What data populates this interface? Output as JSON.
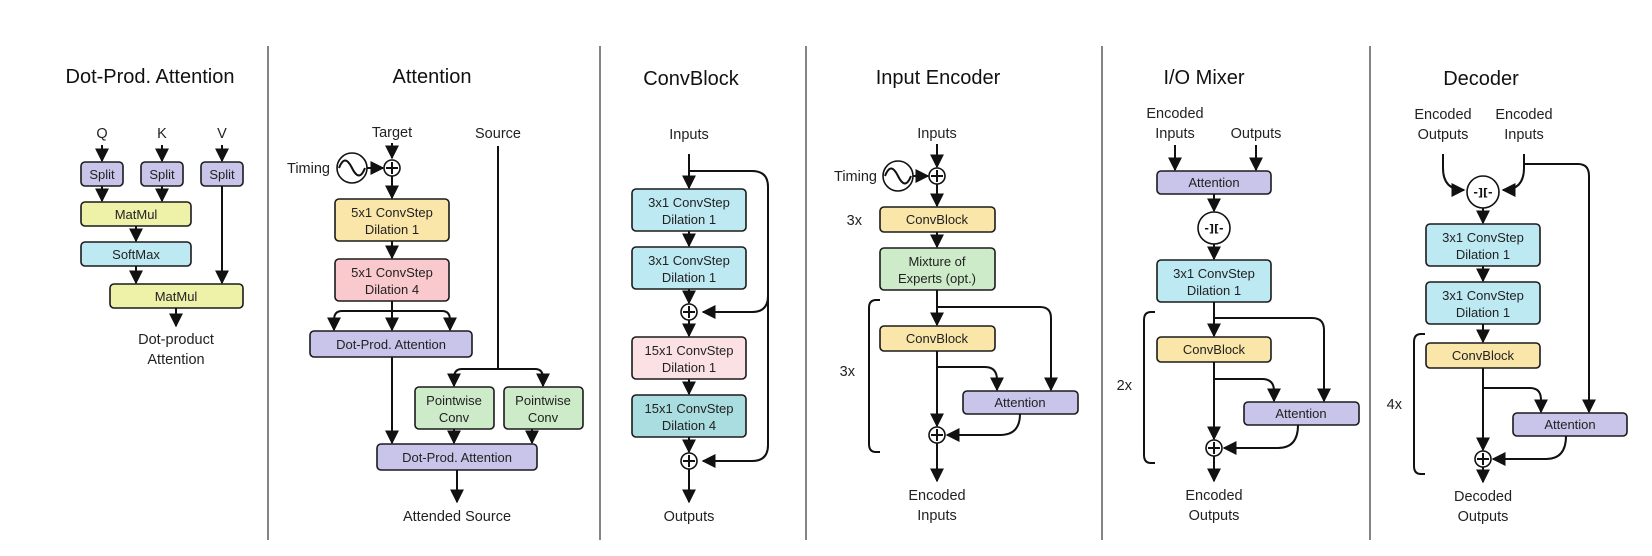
{
  "panels": {
    "dot_prod_attention": {
      "title": "Dot-Prod. Attention",
      "inputs": [
        "Q",
        "K",
        "V"
      ],
      "split": "Split",
      "matmul1": "MatMul",
      "softmax": "SoftMax",
      "matmul2": "MatMul",
      "output_line1": "Dot-product",
      "output_line2": "Attention"
    },
    "attention": {
      "title": "Attention",
      "target": "Target",
      "source": "Source",
      "timing": "Timing",
      "conv1_line1": "5x1 ConvStep",
      "conv1_line2": "Dilation 1",
      "conv2_line1": "5x1 ConvStep",
      "conv2_line2": "Dilation 4",
      "dpa1": "Dot-Prod. Attention",
      "pw1_line1": "Pointwise",
      "pw1_line2": "Conv",
      "pw2_line1": "Pointwise",
      "pw2_line2": "Conv",
      "dpa2": "Dot-Prod. Attention",
      "output": "Attended Source"
    },
    "convblock": {
      "title": "ConvBlock",
      "input": "Inputs",
      "c1_line1": "3x1 ConvStep",
      "c1_line2": "Dilation 1",
      "c2_line1": "3x1 ConvStep",
      "c2_line2": "Dilation 1",
      "c3_line1": "15x1 ConvStep",
      "c3_line2": "Dilation 1",
      "c4_line1": "15x1 ConvStep",
      "c4_line2": "Dilation 4",
      "output": "Outputs"
    },
    "input_encoder": {
      "title": "Input Encoder",
      "input": "Inputs",
      "timing": "Timing",
      "rep1": "3x",
      "convblock1": "ConvBlock",
      "moe_line1": "Mixture of",
      "moe_line2": "Experts (opt.)",
      "rep2": "3x",
      "convblock2": "ConvBlock",
      "attention": "Attention",
      "output_line1": "Encoded",
      "output_line2": "Inputs"
    },
    "io_mixer": {
      "title": "I/O Mixer",
      "in1_line1": "Encoded",
      "in1_line2": "Inputs",
      "in2": "Outputs",
      "attention1": "Attention",
      "concat_symbol": "-][-",
      "conv_line1": "3x1 ConvStep",
      "conv_line2": "Dilation 1",
      "rep": "2x",
      "convblock": "ConvBlock",
      "attention2": "Attention",
      "output_line1": "Encoded",
      "output_line2": "Outputs"
    },
    "decoder": {
      "title": "Decoder",
      "in1_line1": "Encoded",
      "in1_line2": "Outputs",
      "in2_line1": "Encoded",
      "in2_line2": "Inputs",
      "concat_symbol": "-][-",
      "c1_line1": "3x1 ConvStep",
      "c1_line2": "Dilation 1",
      "c2_line1": "3x1 ConvStep",
      "c2_line2": "Dilation 1",
      "rep": "4x",
      "convblock": "ConvBlock",
      "attention": "Attention",
      "output_line1": "Decoded",
      "output_line2": "Outputs"
    }
  },
  "colors": {
    "purple": "#c9c5ea",
    "yellow": "#eef1a8",
    "cyan": "#bde9f3",
    "orange": "#fbe6a9",
    "pink": "#f9c9cd",
    "teal": "#a9dde0",
    "green": "#cdebc8"
  }
}
